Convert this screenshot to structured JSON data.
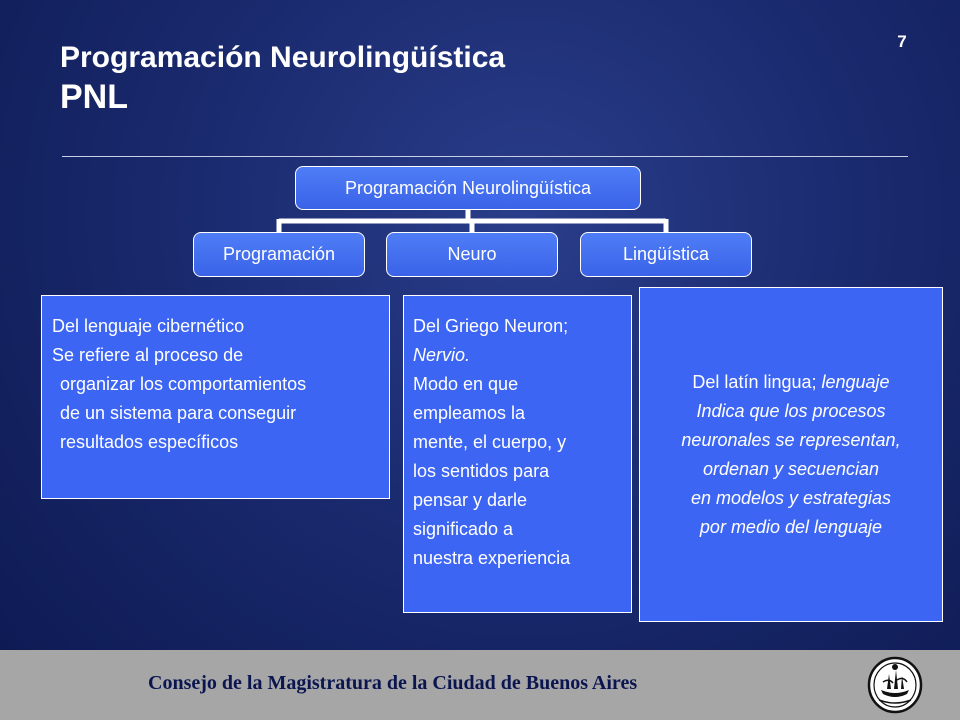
{
  "slide_number": "7",
  "title": {
    "line1": "Programación Neurolingüística",
    "line2": "PNL"
  },
  "diagram": {
    "root": "Programación Neurolingüística",
    "children": [
      "Programación",
      "Neuro",
      "Lingüística"
    ],
    "boxes": {
      "programacion": {
        "lines": [
          "Del lenguaje cibernético",
          "Se refiere al proceso de",
          "organizar los comportamientos",
          "de un sistema para conseguir",
          "resultados específicos"
        ]
      },
      "neuro": {
        "line1": "Del Griego Neuron;",
        "line2_italic": "Nervio.",
        "lines": [
          "Modo en que",
          "empleamos la",
          "mente, el cuerpo, y",
          "los sentidos para",
          "pensar y darle",
          "significado a",
          "nuestra experiencia"
        ]
      },
      "linguistica": {
        "line1_normal": "Del latín lingua; ",
        "line1_italic": "lenguaje",
        "lines_italic": [
          "Indica que los procesos",
          "neuronales se representan,",
          "ordenan y secuencian",
          "en modelos y estrategias",
          "por medio del lenguaje"
        ]
      }
    }
  },
  "footer": {
    "institution": "Consejo de la Magistratura de la Ciudad de Buenos Aires",
    "seal_icon": "city-seal-icon"
  },
  "colors": {
    "background": "#1a2a6e",
    "box_fill": "#3d65f4",
    "footer_bg": "#a6a6a6",
    "footer_text": "#0b1650"
  }
}
